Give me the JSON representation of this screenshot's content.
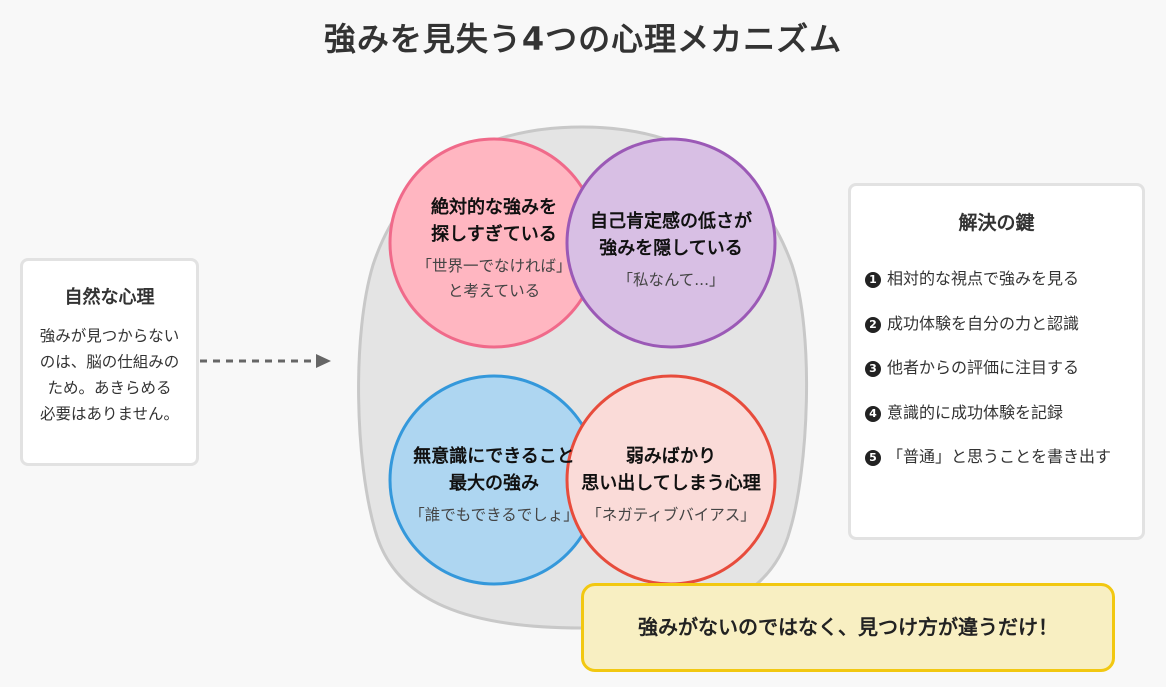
{
  "title": "強みを見失う4つの心理メカニズム",
  "left_card": {
    "heading": "自然な心理",
    "lines": [
      "強みが見つからない",
      "のは、脳の仕組みの",
      "ため。あきらめる",
      "必要はありません。"
    ]
  },
  "circles": [
    {
      "title_lines": [
        "絶対的な強みを",
        "探しすぎている"
      ],
      "subtitle_lines": [
        "「世界一でなければ」",
        "と考えている"
      ],
      "fill": "#ffb6c1",
      "stroke": "#f06a8a"
    },
    {
      "title_lines": [
        "自己肯定感の低さが",
        "強みを隠している"
      ],
      "subtitle_lines": [
        "「私なんて...」"
      ],
      "fill": "#d8bfe4",
      "stroke": "#9b59b6"
    },
    {
      "title_lines": [
        "無意識にできること",
        "最大の強み"
      ],
      "subtitle_lines": [
        "「誰でもできるでしょ」"
      ],
      "fill": "#aed6f1",
      "stroke": "#3498db"
    },
    {
      "title_lines": [
        "弱みばかり",
        "思い出してしまう心理"
      ],
      "subtitle_lines": [
        "「ネガティブバイアス」"
      ],
      "fill": "#fadbd8",
      "stroke": "#e74c3c"
    }
  ],
  "right_card": {
    "heading": "解決の鍵",
    "items": [
      {
        "num": "1",
        "text": "相対的な視点で強みを見る"
      },
      {
        "num": "2",
        "text": "成功体験を自分の力と認識"
      },
      {
        "num": "3",
        "text": "他者からの評価に注目する"
      },
      {
        "num": "4",
        "text": "意識的に成功体験を記録"
      },
      {
        "num": "5",
        "text": "「普通」と思うことを書き出す"
      }
    ]
  },
  "bottom_message": "強みがないのではなく、見つけ方が違うだけ！"
}
